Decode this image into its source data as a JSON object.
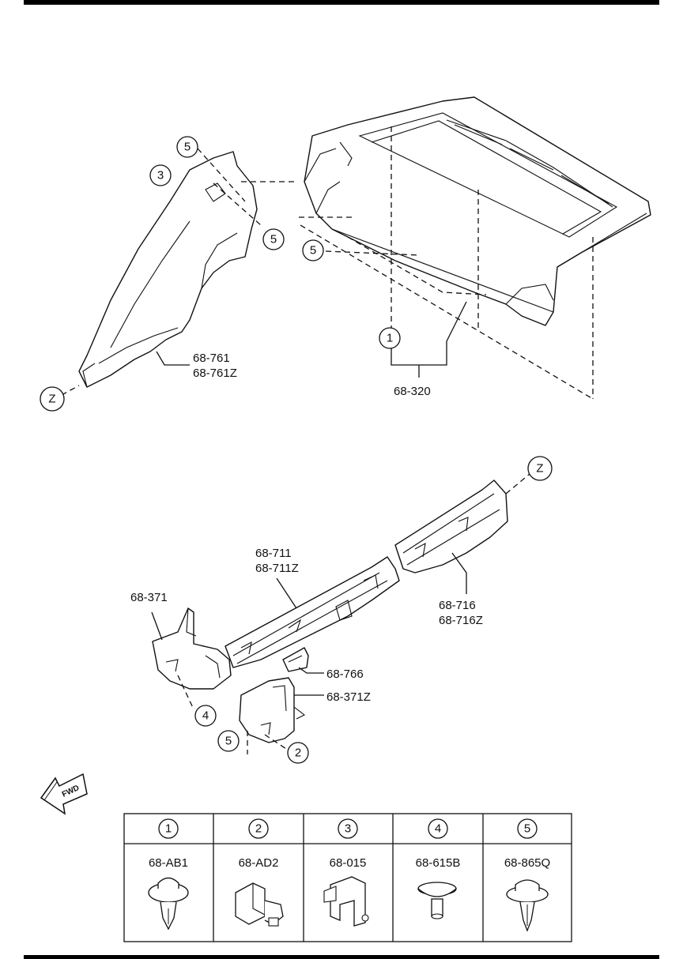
{
  "callouts": {
    "c1": "1",
    "c2": "2",
    "c3": "3",
    "c4": "4",
    "c5": "5",
    "z": "Z"
  },
  "labels": {
    "p68761": "68-761",
    "p68761z": "68-761Z",
    "p68320": "68-320",
    "p68711": "68-711",
    "p68711z": "68-711Z",
    "p68716": "68-716",
    "p68716z": "68-716Z",
    "p68371": "68-371",
    "p68371z": "68-371Z",
    "p68766": "68-766",
    "fwd": "FWD"
  },
  "fastener_table": [
    {
      "num": "1",
      "part": "68-AB1",
      "icon": "clip-icon"
    },
    {
      "num": "2",
      "part": "68-AD2",
      "icon": "bracket-clip-icon"
    },
    {
      "num": "3",
      "part": "68-015",
      "icon": "retainer-icon"
    },
    {
      "num": "4",
      "part": "68-615B",
      "icon": "push-pin-icon"
    },
    {
      "num": "5",
      "part": "68-865Q",
      "icon": "push-rivet-icon"
    }
  ]
}
